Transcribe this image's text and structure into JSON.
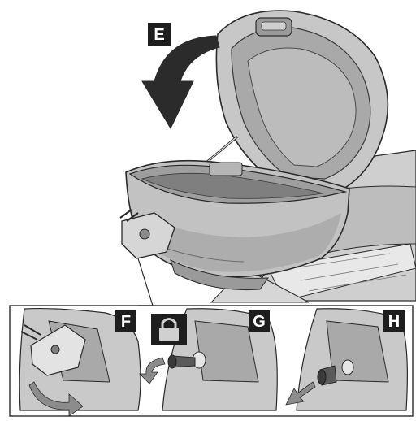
{
  "figure": {
    "steps": [
      {
        "key": "E",
        "label": "E"
      },
      {
        "key": "F",
        "label": "F"
      },
      {
        "key": "G",
        "label": "G"
      },
      {
        "key": "H",
        "label": "H"
      }
    ],
    "icons": {
      "open_direction": "curved-arrow-down-icon",
      "padlock": "padlock-icon",
      "unscrew_direction": "curved-arrow-icon",
      "pull_direction": "arrow-down-left-icon"
    },
    "colors": {
      "background": "#ffffff",
      "badge": "#1e1e1e",
      "line": "#2a2a2a",
      "shade_dark": "#8f8f8f",
      "shade_mid": "#bdbdbd",
      "shade_light": "#dcdcdc"
    }
  }
}
